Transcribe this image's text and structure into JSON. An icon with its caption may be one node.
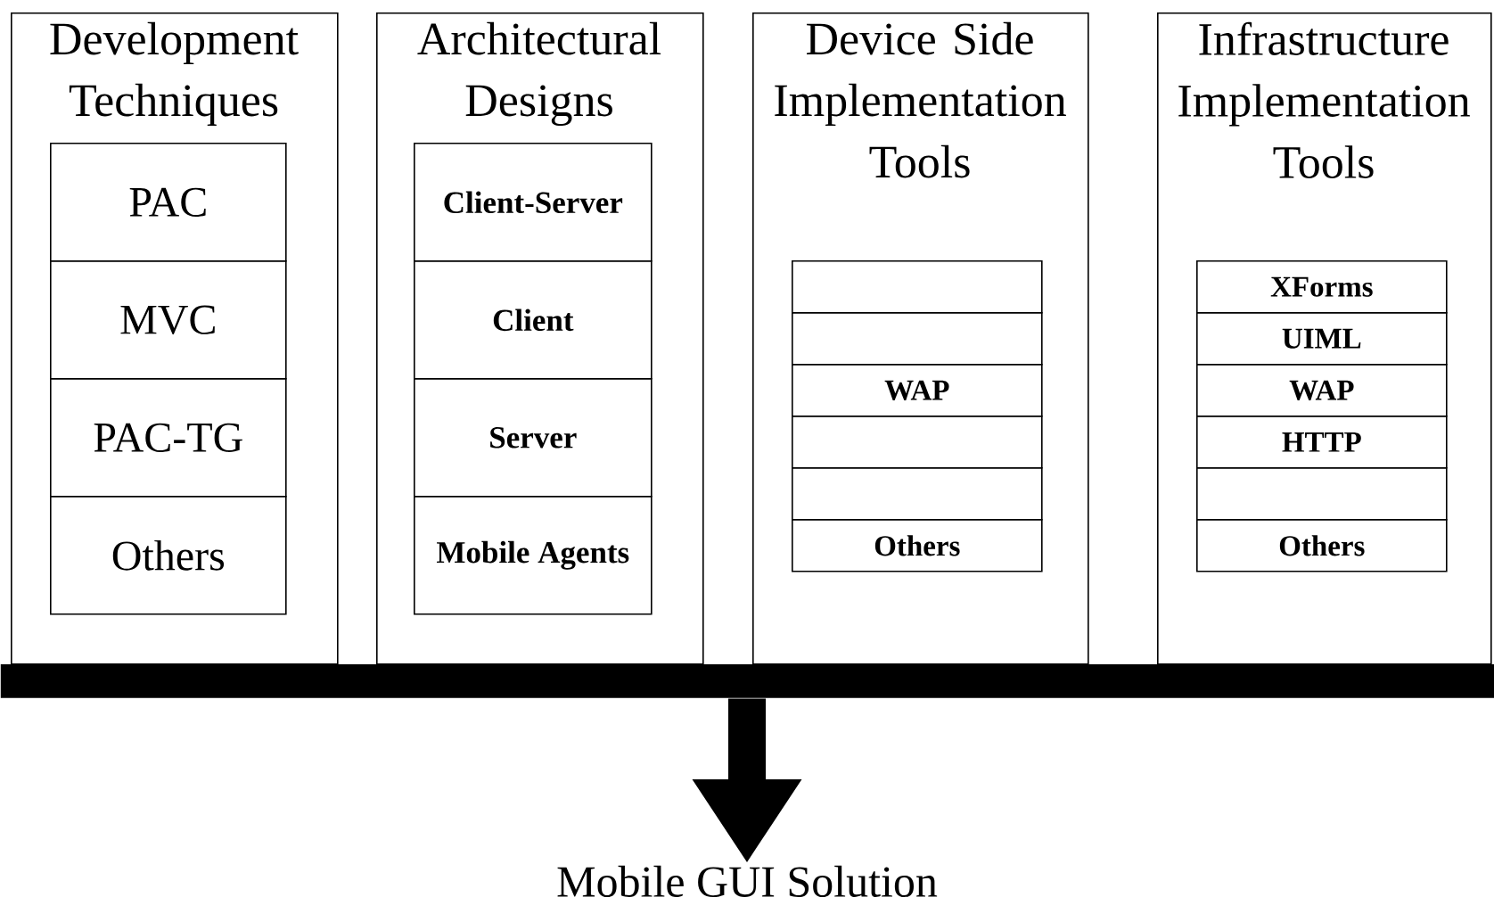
{
  "diagram": {
    "nodes": [
      {
        "text": [
          "Development Techniques"
        ]
      },
      {
        "text": [
          "PAC"
        ],
        "in": 0
      },
      {
        "text": [
          "MVC"
        ],
        "in": 0
      },
      {
        "text": [
          "PAC-TG"
        ],
        "in": 0
      },
      {
        "text": [
          "Others"
        ],
        "in": 0
      },
      {
        "text": [
          "Architectural Designs"
        ]
      },
      {
        "text": [
          "Client-Server"
        ],
        "in": 5
      },
      {
        "text": [
          "Client"
        ],
        "in": 5
      },
      {
        "text": [
          "Server"
        ],
        "in": 5
      },
      {
        "text": [
          "Mobile Agents"
        ],
        "in": 5
      },
      {
        "text": [
          "Device Side Implementation Tools"
        ]
      },
      {
        "text": [],
        "shape": "box",
        "in": 10
      },
      {
        "text": [],
        "shape": "box",
        "in": 10
      },
      {
        "text": [
          "WAP"
        ],
        "in": 10
      },
      {
        "text": [],
        "shape": "box",
        "in": 10
      },
      {
        "text": [],
        "shape": "box",
        "in": 10
      },
      {
        "text": [
          "Others"
        ],
        "in": 10
      },
      {
        "text": [
          "Infrastructure Implementation Tools"
        ]
      },
      {
        "text": [
          "XForms"
        ],
        "in": 17
      },
      {
        "text": [
          "UIML"
        ],
        "in": 17
      },
      {
        "text": [
          "WAP"
        ],
        "in": 17
      },
      {
        "text": [
          "HTTP"
        ],
        "in": 17
      },
      {
        "text": [],
        "shape": "box",
        "in": 17
      },
      {
        "text": [
          "Others"
        ],
        "in": 17
      },
      {
        "text": [],
        "shape": "bar"
      },
      {
        "text": [
          "Mobile GUI Solution"
        ]
      }
    ],
    "edges": [
      {
        "from": 24,
        "to": 25,
        "arrow": "to"
      }
    ]
  }
}
